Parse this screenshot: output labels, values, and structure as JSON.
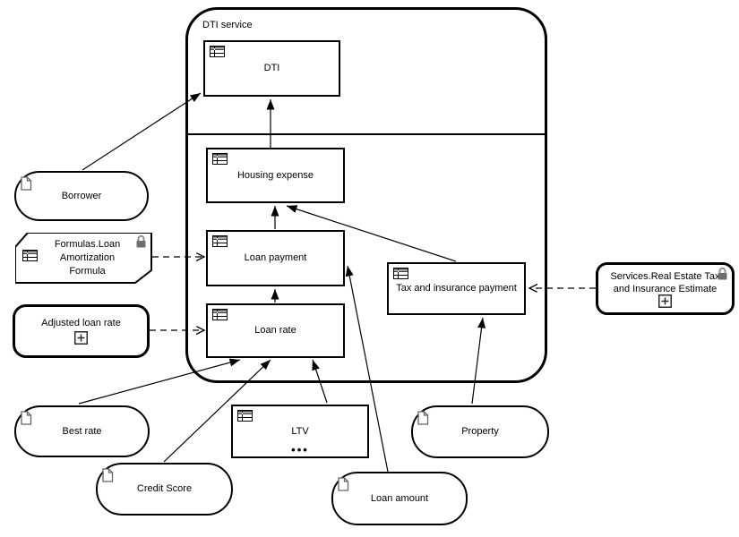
{
  "diagram": {
    "container": {
      "label": "DTI service"
    },
    "nodes": {
      "dti": {
        "label": "DTI",
        "icon": "table"
      },
      "housing_expense": {
        "label": "Housing expense",
        "icon": "table"
      },
      "loan_payment": {
        "label": "Loan payment",
        "icon": "table"
      },
      "loan_rate": {
        "label": "Loan rate",
        "icon": "table"
      },
      "tax_insurance": {
        "label": "Tax and insurance payment",
        "icon": "table"
      },
      "ltv": {
        "label": "LTV",
        "icon": "table",
        "more_indicator": "•••"
      },
      "borrower": {
        "label": "Borrower",
        "icon": "document"
      },
      "best_rate": {
        "label": "Best rate",
        "icon": "document"
      },
      "credit_score": {
        "label": "Credit Score",
        "icon": "document"
      },
      "property": {
        "label": "Property",
        "icon": "document"
      },
      "loan_amount": {
        "label": "Loan amount",
        "icon": "document"
      },
      "formulas": {
        "lines": [
          "Formulas.Loan",
          "Amortization",
          "Formula"
        ],
        "icon": "table",
        "locked": true
      },
      "adjusted_loan_rate": {
        "label": "Adjusted loan rate",
        "expandable": true
      },
      "services": {
        "lines": [
          "Services.Real Estate Tax",
          "and Insurance Estimate"
        ],
        "locked": true,
        "expandable": true
      }
    },
    "edges": [
      {
        "from": "borrower",
        "to": "dti",
        "style": "solid-arrow"
      },
      {
        "from": "housing_expense",
        "to": "dti",
        "style": "solid-arrow"
      },
      {
        "from": "loan_payment",
        "to": "housing_expense",
        "style": "solid-arrow"
      },
      {
        "from": "tax_insurance",
        "to": "housing_expense",
        "style": "solid-arrow"
      },
      {
        "from": "loan_rate",
        "to": "loan_payment",
        "style": "solid-arrow"
      },
      {
        "from": "loan_amount",
        "to": "loan_payment",
        "style": "solid-arrow"
      },
      {
        "from": "best_rate",
        "to": "loan_rate",
        "style": "solid-arrow"
      },
      {
        "from": "credit_score",
        "to": "loan_rate",
        "style": "solid-arrow"
      },
      {
        "from": "ltv",
        "to": "loan_rate",
        "style": "solid-arrow"
      },
      {
        "from": "property",
        "to": "tax_insurance",
        "style": "solid-arrow"
      },
      {
        "from": "services",
        "to": "tax_insurance",
        "style": "dashed-open-arrow"
      },
      {
        "from": "formulas",
        "to": "loan_payment",
        "style": "dashed-open-arrow"
      },
      {
        "from": "adjusted_loan_rate",
        "to": "loan_rate",
        "style": "dashed-open-arrow"
      }
    ],
    "colors": {
      "line": "#000000",
      "node_fill": "#ffffff",
      "lock_gray": "#757575",
      "doc_icon_gray": "#666666",
      "table_header": "#474747"
    }
  }
}
